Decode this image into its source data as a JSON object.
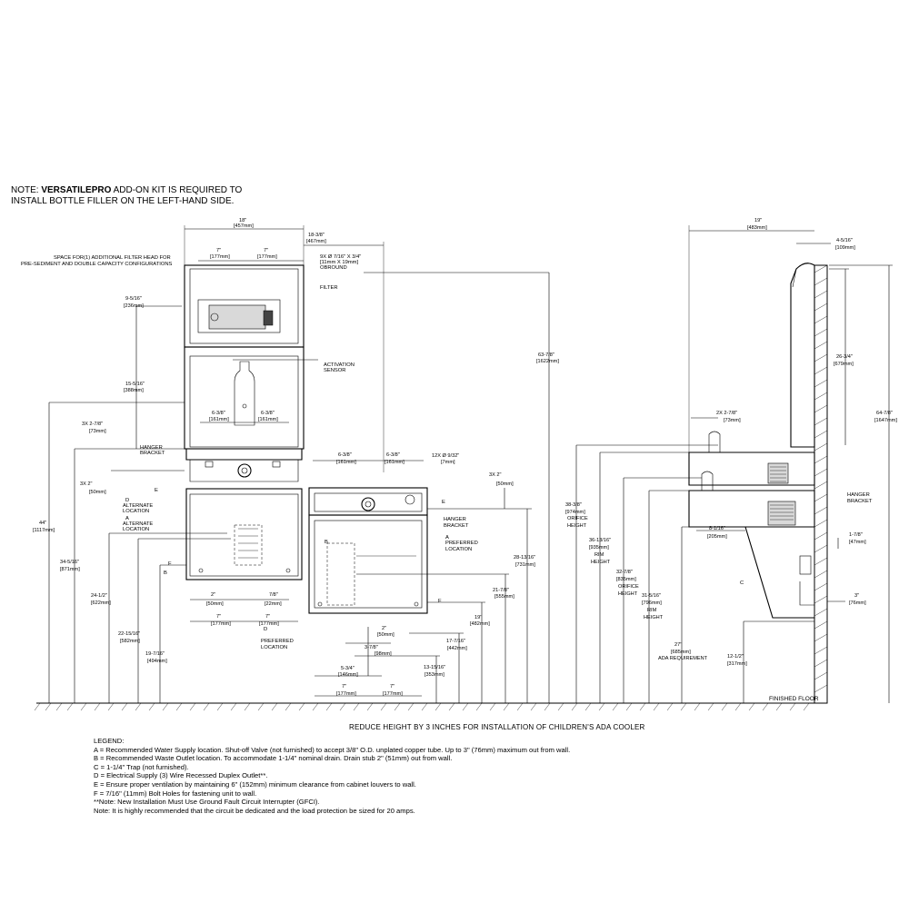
{
  "note": {
    "prefix": "NOTE: ",
    "brand": "VERSATILEPRO",
    "line1_rest": " ADD-ON KIT IS REQUIRED TO",
    "line2": "INSTALL BOTTLE FILLER ON THE LEFT-HAND SIDE."
  },
  "reduce_note": "REDUCE HEIGHT BY 3 INCHES FOR INSTALLATION OF CHILDREN'S ADA COOLER",
  "legend": {
    "title": "LEGEND:",
    "lines": [
      "A = Recommended Water Supply location.  Shut-off Valve (not furnished) to accept 3/8\" O.D. unplated copper tube.  Up to 3\" (76mm) maximum out from wall.",
      "B = Recommended Waste Outlet location.  To accommodate 1-1/4\" nominal drain.  Drain stub 2\" (51mm) out from wall.",
      "C = 1-1/4\" Trap (not furnished).",
      "D = Electrical Supply (3) Wire Recessed Duplex Outlet**.",
      "E = Ensure proper ventilation by maintaining 6\" (152mm) minimum clearance from cabinet louvers to wall.",
      "F = 7/16\" (11mm) Bolt Holes for fastening unit to wall.",
      "**Note: New Installation Must Use Ground Fault Circuit Interrupter (GFCI).",
      "Note: It is highly recommended that the circuit be dedicated and the load protection be sized for 20 amps."
    ]
  },
  "front": {
    "top_width": [
      "18\"",
      "[457mm]"
    ],
    "right_width": [
      "18-3/8\"",
      "[467mm]"
    ],
    "left7": [
      "7\"",
      "[177mm]"
    ],
    "right7": [
      "7\"",
      "[177mm]"
    ],
    "filter_space": [
      "SPACE FOR(1) ADDITIONAL FILTER HEAD FOR",
      "PRE-SEDIMENT AND DOUBLE CAPACITY CONFIGURATIONS"
    ],
    "obround": [
      "9X  Ø 7/16\" X 3/4\"",
      "[11mm X 19mm]",
      "OBROUND"
    ],
    "filter": "FILTER",
    "d9": [
      "9-5/16\"",
      "[236mm]"
    ],
    "d15": [
      "15-5/16\"",
      "[388mm]"
    ],
    "d63": [
      "63-7/8\"",
      "[1622mm]"
    ],
    "activation": [
      "ACTIVATION",
      "SENSOR"
    ],
    "l638": [
      "6-3/8\"",
      "[161mm]"
    ],
    "r638": [
      "6-3/8\"",
      "[161mm]"
    ],
    "d3x": [
      "3X 2-7/8\"",
      "[73mm]"
    ],
    "hanger": [
      "HANGER",
      "BRACKET"
    ],
    "d3x2": [
      "3X 2\"",
      "[50mm]"
    ],
    "d44": [
      "44\"",
      "[1117mm]"
    ],
    "d34": [
      "34-5/16\"",
      "[871mm]"
    ],
    "d24": [
      "24-1/2\"",
      "[622mm]"
    ],
    "d22": [
      "22-15/16\"",
      "[582mm]"
    ],
    "d19": [
      "19-7/16\"",
      "[494mm]"
    ],
    "e": "E",
    "d_alt": [
      "D",
      "ALTERNATE",
      "LOCATION"
    ],
    "a_alt": [
      "A",
      "ALTERNATE",
      "LOCATION"
    ],
    "f": "F",
    "b": "B",
    "bot2": [
      "2\"",
      "[50mm]"
    ],
    "bot78": [
      "7/8\"",
      "[22mm]"
    ],
    "bot7l": [
      "7\"",
      "[177mm]"
    ],
    "bot7r": [
      "7\"",
      "[177mm]"
    ]
  },
  "child": {
    "l638": [
      "6-3/8\"",
      "[161mm]"
    ],
    "r638": [
      "6-3/8\"",
      "[161mm]"
    ],
    "holes": [
      "12X  Ø 9/32\"",
      "[7mm]"
    ],
    "d3x2": [
      "3X 2\"",
      "[50mm]"
    ],
    "e": "E",
    "hanger": [
      "HANGER",
      "BRACKET"
    ],
    "a_pref": [
      "A",
      "PREFERRED",
      "LOCATION"
    ],
    "b": "B",
    "d28": [
      "28-13/16\"",
      "[731mm]"
    ],
    "d21": [
      "21-7/8\"",
      "[555mm]"
    ],
    "d19": [
      "19\"",
      "[482mm]"
    ],
    "d17": [
      "17-7/16\"",
      "[442mm]"
    ],
    "d13": [
      "13-15/16\"",
      "[353mm]"
    ],
    "f": "F",
    "d_pref": [
      "D",
      "PREFERRED",
      "LOCATION"
    ],
    "b2": [
      "2\"",
      "[50mm]"
    ],
    "b378": [
      "3-7/8\"",
      "[98mm]"
    ],
    "b534": [
      "5-3/4\"",
      "[146mm]"
    ],
    "b7l": [
      "7\"",
      "[177mm]"
    ],
    "b7r": [
      "7\"",
      "[177mm]"
    ]
  },
  "side": {
    "w19": [
      "19\"",
      "[483mm]"
    ],
    "w4516": [
      "4-5/16\"",
      "[109mm]"
    ],
    "d2634": [
      "26-3/4\"",
      "[679mm]"
    ],
    "d6478": [
      "64-7/8\"",
      "[1647mm]"
    ],
    "d2x": [
      "2X  2-7/8\"",
      "[73mm]"
    ],
    "d38": [
      "38-3/8\"",
      "[974mm]",
      "ORIFICE",
      "HEIGHT"
    ],
    "d36": [
      "36-13/16\"",
      "[935mm]",
      "RIM",
      "HEIGHT"
    ],
    "d32": [
      "32-7/8\"",
      "[835mm]",
      "ORIFICE",
      "HEIGHT"
    ],
    "d31": [
      "31-5/16\"",
      "[796mm]",
      "RIM",
      "HEIGHT"
    ],
    "d27": [
      "27\"",
      "[685mm]",
      "ADA REQUIREMENT"
    ],
    "d12": [
      "12-1/2\"",
      "[317mm]"
    ],
    "d818": [
      "8-1/16\"",
      "[205mm]"
    ],
    "d178": [
      "1-7/8\"",
      "[47mm]"
    ],
    "d3": [
      "3\"",
      "[76mm]"
    ],
    "hanger": [
      "HANGER",
      "BRACKET"
    ],
    "c": "C",
    "floor": "FINISHED FLOOR"
  }
}
